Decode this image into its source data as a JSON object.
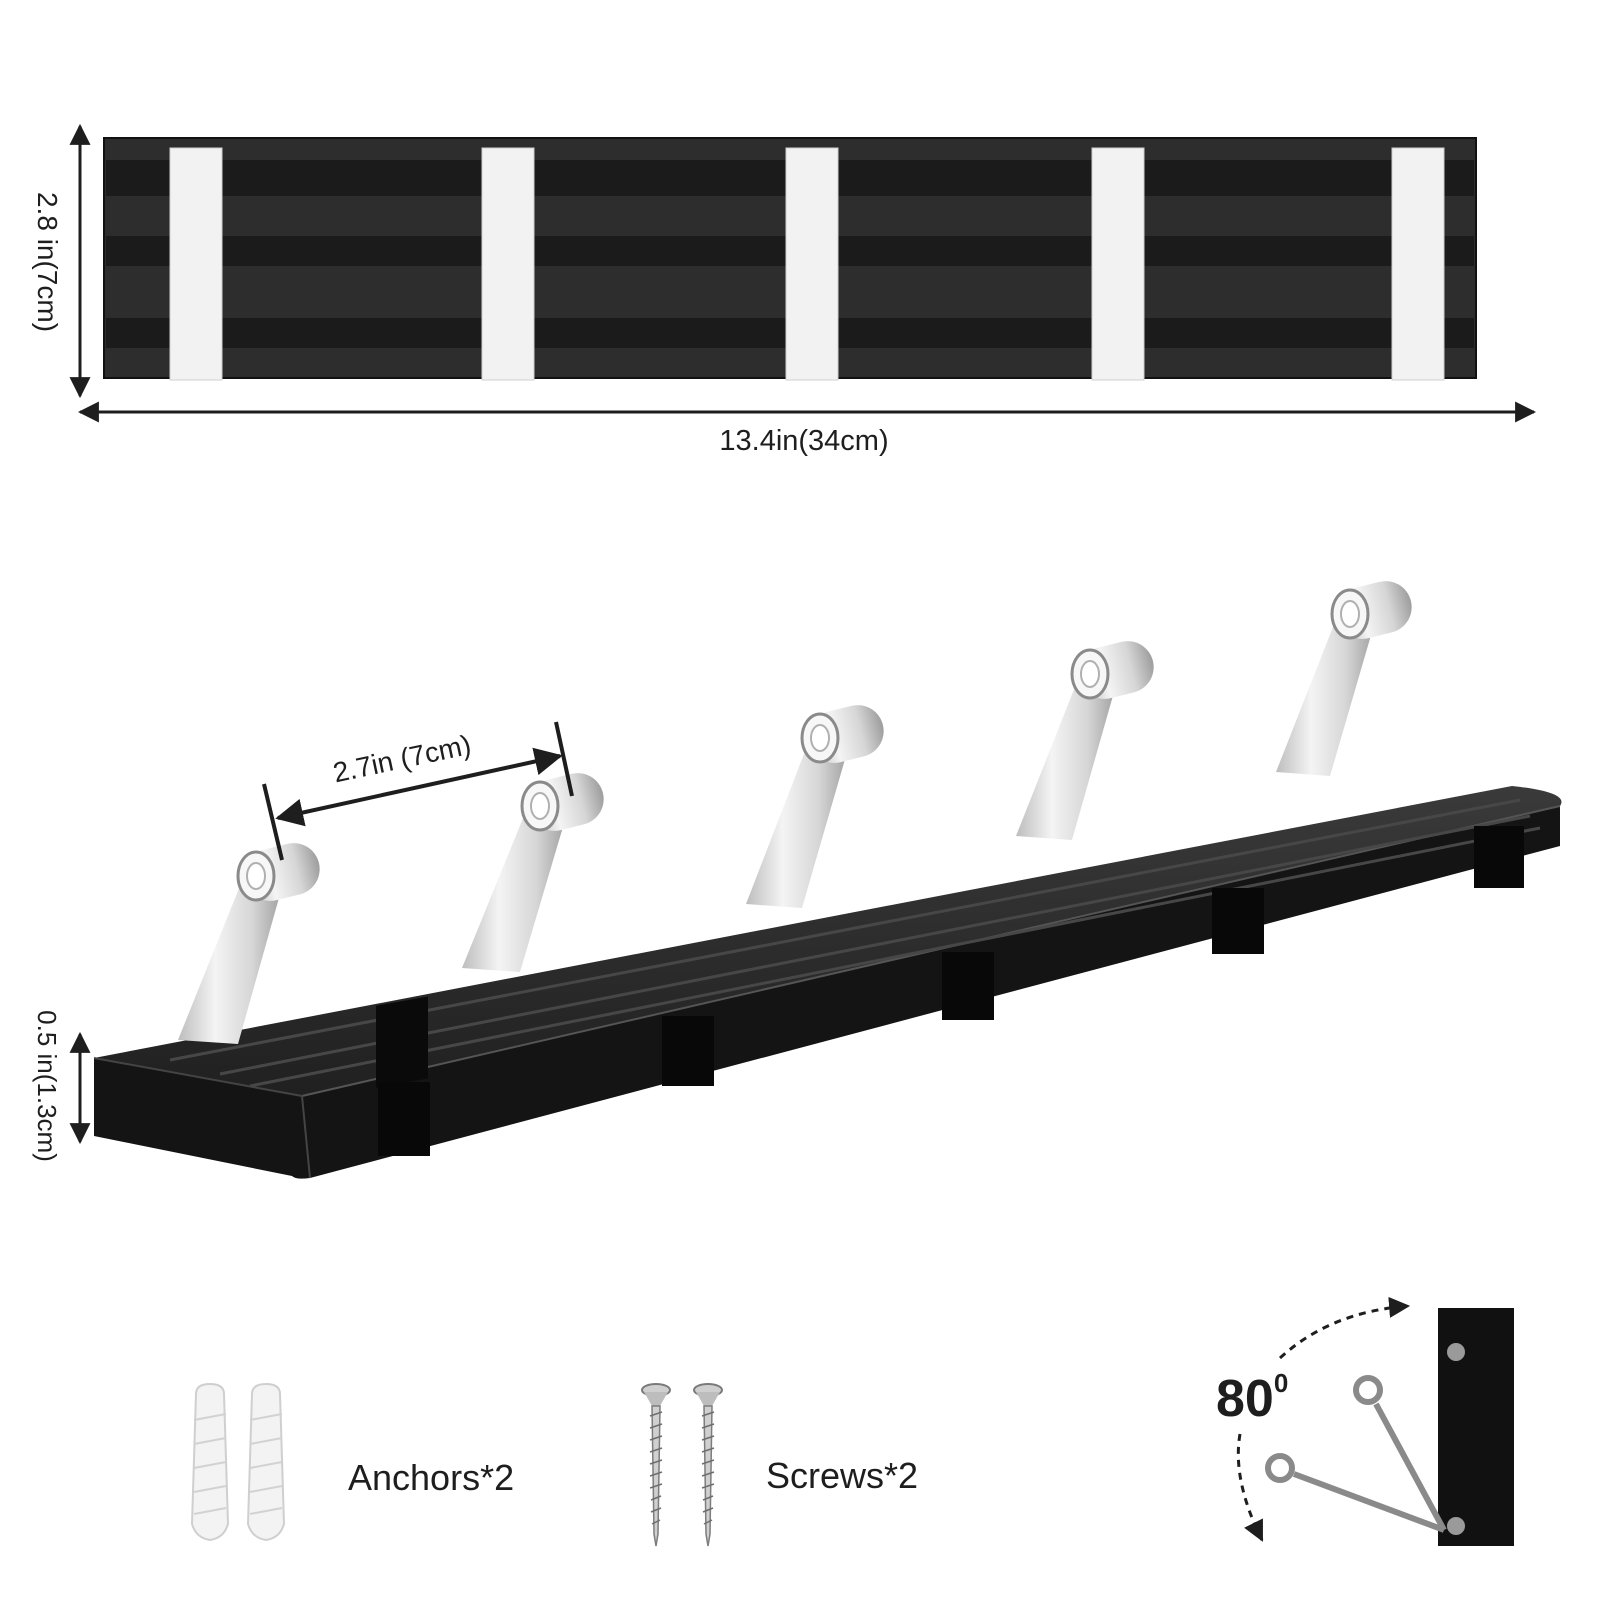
{
  "dimensions": {
    "height_top": "2.8 in(7cm)",
    "width_top": "13.4in(34cm)",
    "hook_spacing": "2.7in (7cm)",
    "thickness": "0.5 in(1.3cm)"
  },
  "accessories": {
    "anchors_label": "Anchors*2",
    "screws_label": "Screws*2"
  },
  "rotation": {
    "angle_number": "80",
    "angle_degree_mark": "0"
  },
  "colors": {
    "rail": "#2b2b2b",
    "rail_stripe": "#3a3a3a",
    "hook_metal": "#e9e9e9",
    "line": "#1e1e1e"
  },
  "icons": [
    "anchor-icon",
    "screw-icon",
    "rotation-arrow-icon"
  ]
}
